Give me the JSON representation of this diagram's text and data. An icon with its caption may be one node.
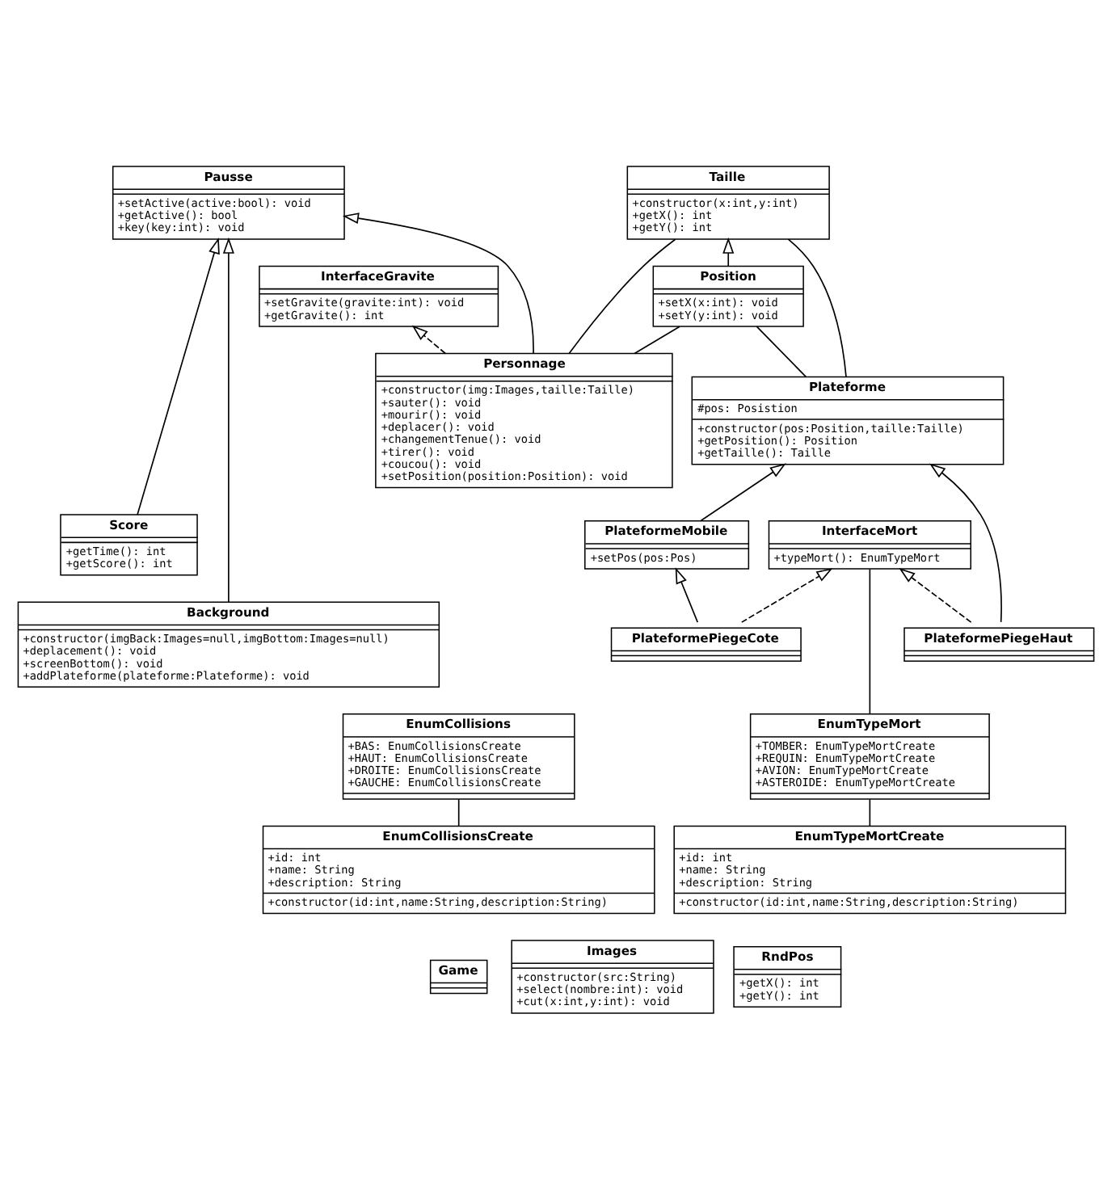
{
  "diagram": {
    "nodes": [
      {
        "text": [
          "Pausse",
          "+setActive(active:bool): void",
          "+getActive(): bool",
          "+key(key:int): void"
        ]
      },
      {
        "text": [
          "InterfaceGravite",
          "+setGravite(gravite:int): void",
          "+getGravite(): int"
        ]
      },
      {
        "text": [
          "Taille",
          "+constructor(x:int,y:int)",
          "+getX(): int",
          "+getY(): int"
        ]
      },
      {
        "text": [
          "Personnage",
          "+constructor(img:Images,taille:Taille)",
          "+sauter(): void",
          "+mourir(): void",
          "+deplacer(): void",
          "+changementTenue(): void",
          "+tirer(): void",
          "+coucou(): void",
          "+setPosition(position:Position): void"
        ]
      },
      {
        "text": [
          "Position",
          "+setX(x:int): void",
          "+setY(y:int): void"
        ]
      },
      {
        "text": [
          "Plateforme",
          "#pos: Posistion",
          "+constructor(pos:Position,taille:Taille)",
          "+getPosition(): Position",
          "+getTaille(): Taille"
        ]
      },
      {
        "text": [
          "Score",
          "+getTime(): int",
          "+getScore(): int"
        ]
      },
      {
        "text": [
          "PlateformeMobile",
          "+setPos(pos:Pos)"
        ]
      },
      {
        "text": [
          "Background",
          "+constructor(imgBack:Images=null,imgBottom:Images=null)",
          "+deplacement(): void",
          "+screenBottom(): void",
          "+addPlateforme(plateforme:Plateforme): void"
        ]
      },
      {
        "text": [
          "PlateformePiegeHaut"
        ]
      },
      {
        "text": [
          "PlateformePiegeCote"
        ]
      },
      {
        "text": [
          "Game"
        ]
      },
      {
        "text": [
          "Images",
          "+constructor(src:String)",
          "+select(nombre:int): void",
          "+cut(x:int,y:int): void"
        ]
      },
      {
        "text": [
          "RndPos",
          "+getX(): int",
          "+getY(): int"
        ]
      },
      {
        "text": [
          "EnumCollisions",
          "+BAS: EnumCollisionsCreate",
          "+HAUT: EnumCollisionsCreate",
          "+DROITE: EnumCollisionsCreate",
          "+GAUCHE: EnumCollisionsCreate"
        ]
      },
      {
        "text": [
          "EnumTypeMort",
          "+TOMBER: EnumTypeMortCreate",
          "+REQUIN: EnumTypeMortCreate",
          "+AVION: EnumTypeMortCreate",
          "+ASTEROIDE: EnumTypeMortCreate"
        ]
      },
      {
        "text": [
          "InterfaceMort",
          "+typeMort(): EnumTypeMort"
        ]
      },
      {
        "text": [
          "EnumCollisionsCreate",
          "+id: int",
          "+name: String",
          "+description: String",
          "+constructor(id:int,name:String,description:String)"
        ]
      },
      {
        "text": [
          "EnumTypeMortCreate",
          "+id: int",
          "+name: String",
          "+description: String",
          "+constructor(id:int,name:String,description:String)"
        ]
      }
    ],
    "edges": [
      {
        "from": 3,
        "to": 0,
        "arrow": "to"
      },
      {
        "from": 3,
        "to": 1,
        "arrow": "to",
        "style": "dashed"
      },
      {
        "from": 3,
        "to": 2,
        "arrow": "none"
      },
      {
        "from": 3,
        "to": 4,
        "arrow": "none"
      },
      {
        "from": 4,
        "to": 2,
        "arrow": "to"
      },
      {
        "from": 5,
        "to": 4,
        "arrow": "none"
      },
      {
        "from": 5,
        "to": 2,
        "arrow": "none"
      },
      {
        "from": 6,
        "to": 0,
        "arrow": "to"
      },
      {
        "from": 7,
        "to": 5,
        "arrow": "to"
      },
      {
        "from": 8,
        "to": 0,
        "arrow": "to"
      },
      {
        "from": 9,
        "to": 5,
        "arrow": "to"
      },
      {
        "from": 10,
        "to": 7,
        "arrow": "to"
      },
      {
        "from": 9,
        "to": 16,
        "arrow": "to",
        "style": "dashed"
      },
      {
        "from": 10,
        "to": 16,
        "arrow": "to",
        "style": "dashed"
      },
      {
        "from": 15,
        "to": 16,
        "arrow": "none"
      },
      {
        "from": 17,
        "to": 14,
        "arrow": "none"
      },
      {
        "from": 18,
        "to": 15,
        "arrow": "none"
      }
    ]
  }
}
